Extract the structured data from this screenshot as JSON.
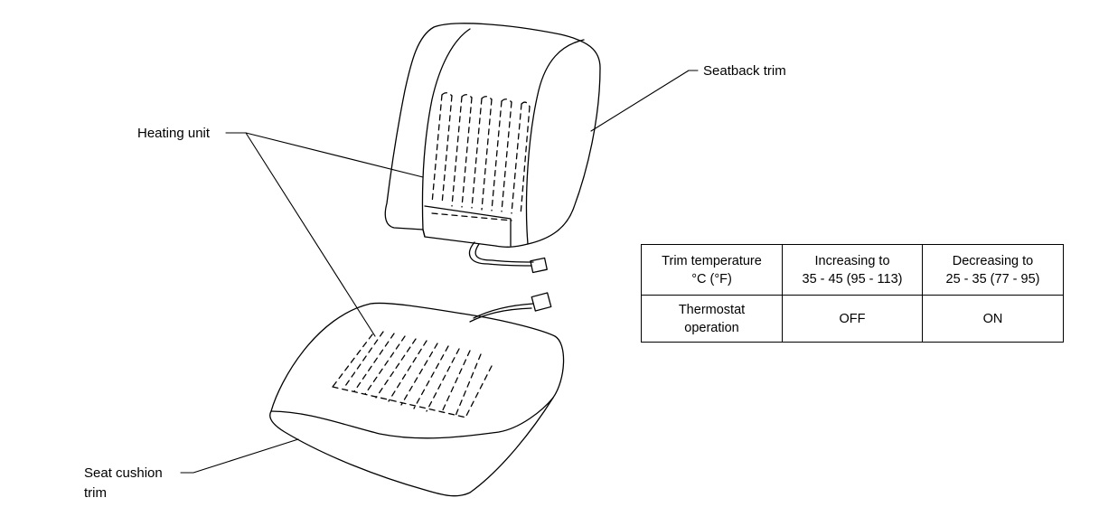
{
  "labels": {
    "seatback_trim": "Seatback trim",
    "heating_unit": "Heating unit",
    "seat_cushion_trim": [
      "Seat cushion",
      "trim"
    ]
  },
  "table": {
    "header": [
      [
        "Trim temperature",
        "°C (°F)"
      ],
      [
        "Increasing to",
        "35 - 45 (95 - 113)"
      ],
      [
        "Decreasing to",
        "25 - 35 (77 - 95)"
      ]
    ],
    "row": [
      [
        "Thermostat",
        "operation"
      ],
      [
        "OFF"
      ],
      [
        "ON"
      ]
    ]
  }
}
